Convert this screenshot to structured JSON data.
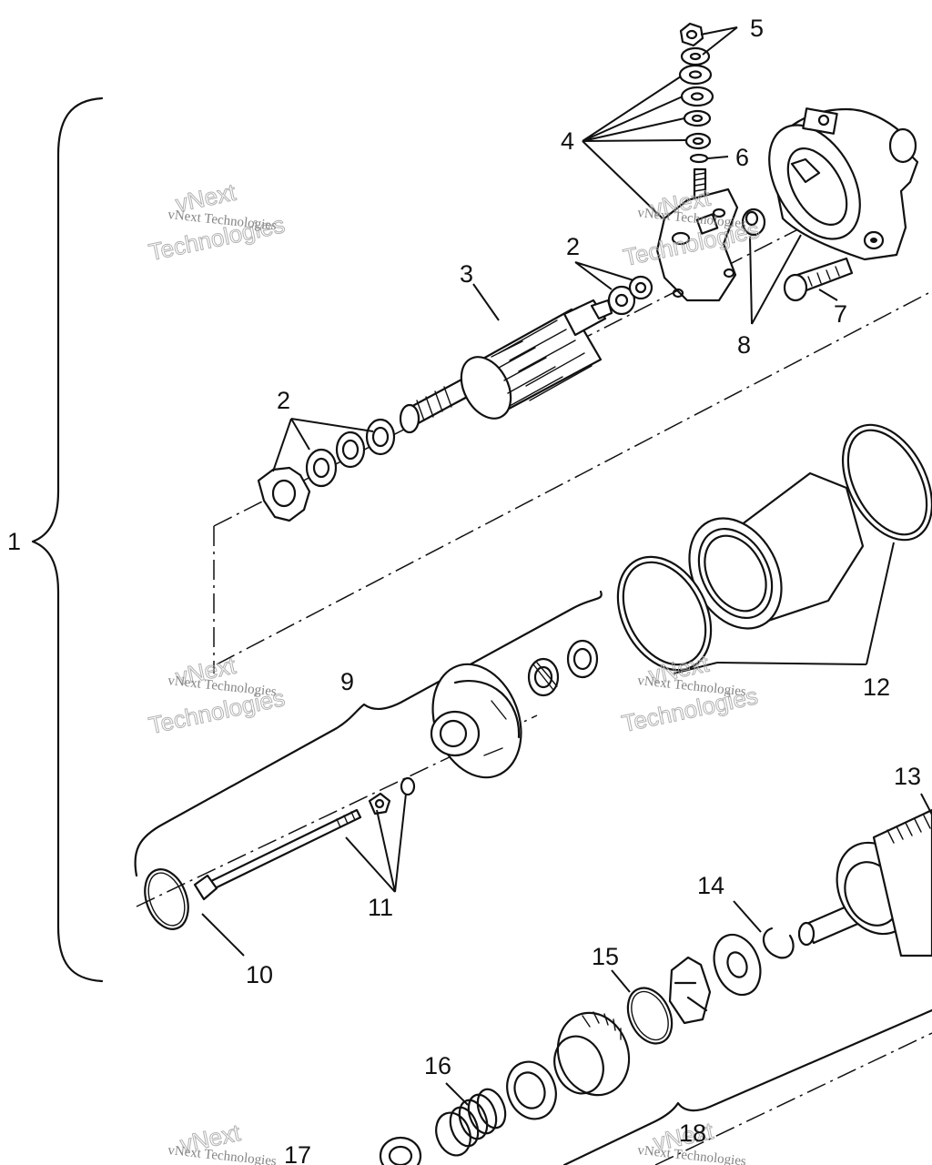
{
  "callouts": {
    "c1": "1",
    "c2a": "2",
    "c2b": "2",
    "c3": "3",
    "c4": "4",
    "c5": "5",
    "c6": "6",
    "c7": "7",
    "c8": "8",
    "c9": "9",
    "c10": "10",
    "c11": "11",
    "c12": "12",
    "c13": "13",
    "c14": "14",
    "c15": "15",
    "c16": "16",
    "c17": "17",
    "c18": "18"
  },
  "watermark": {
    "brand": "vNext Technologies",
    "big_line1": "vNext",
    "big_line2": "Technologies"
  },
  "colors": {
    "ink": "#111111",
    "background": "#ffffff",
    "watermark": "#aaaaaa"
  }
}
